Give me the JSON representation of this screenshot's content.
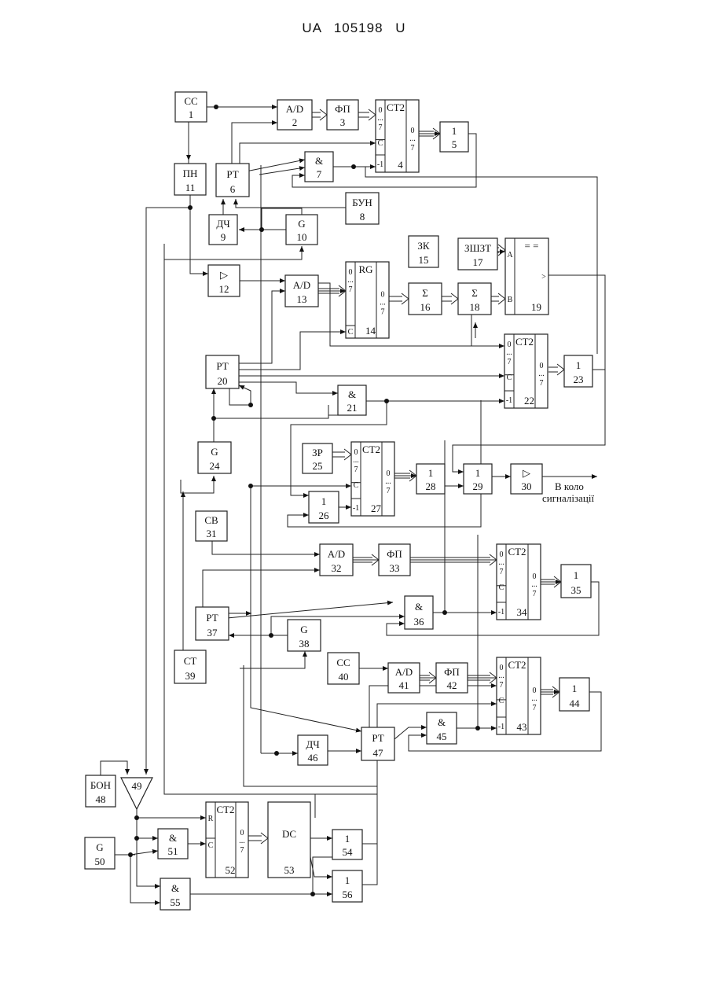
{
  "header": "UA   105198   U",
  "blocks": [
    {
      "id": "1",
      "l1": "СС",
      "l2": "1"
    },
    {
      "id": "2",
      "l1": "A/D",
      "l2": "2"
    },
    {
      "id": "3",
      "l1": "ФП",
      "l2": "3"
    },
    {
      "id": "4",
      "l1": "CT2",
      "l2": "4"
    },
    {
      "id": "5",
      "l1": "1",
      "l2": "5"
    },
    {
      "id": "6",
      "l1": "РТ",
      "l2": "6"
    },
    {
      "id": "7",
      "l1": "&",
      "l2": "7"
    },
    {
      "id": "8",
      "l1": "БУН",
      "l2": "8"
    },
    {
      "id": "9",
      "l1": "ДЧ",
      "l2": "9"
    },
    {
      "id": "10",
      "l1": "G",
      "l2": "10"
    },
    {
      "id": "11",
      "l1": "ПН",
      "l2": "11"
    },
    {
      "id": "12",
      "l1": "▷",
      "l2": "12"
    },
    {
      "id": "13",
      "l1": "A/D",
      "l2": "13"
    },
    {
      "id": "14",
      "l1": "RG",
      "l2": "14"
    },
    {
      "id": "15",
      "l1": "ЗК",
      "l2": "15"
    },
    {
      "id": "16",
      "l1": "Σ",
      "l2": "16"
    },
    {
      "id": "17",
      "l1": "ЗШЗТ",
      "l2": "17"
    },
    {
      "id": "18",
      "l1": "Σ",
      "l2": "18"
    },
    {
      "id": "19",
      "l1": "= =",
      "l2": "19"
    },
    {
      "id": "20",
      "l1": "РТ",
      "l2": "20"
    },
    {
      "id": "21",
      "l1": "&",
      "l2": "21"
    },
    {
      "id": "22",
      "l1": "CT2",
      "l2": "22"
    },
    {
      "id": "23",
      "l1": "1",
      "l2": "23"
    },
    {
      "id": "24",
      "l1": "G",
      "l2": "24"
    },
    {
      "id": "25",
      "l1": "ЗР",
      "l2": "25"
    },
    {
      "id": "26",
      "l1": "1",
      "l2": "26"
    },
    {
      "id": "27",
      "l1": "CT2",
      "l2": "27"
    },
    {
      "id": "28",
      "l1": "1",
      "l2": "28"
    },
    {
      "id": "29",
      "l1": "1",
      "l2": "29"
    },
    {
      "id": "30",
      "l1": "▷",
      "l2": "30"
    },
    {
      "id": "31",
      "l1": "СВ",
      "l2": "31"
    },
    {
      "id": "32",
      "l1": "A/D",
      "l2": "32"
    },
    {
      "id": "33",
      "l1": "ФП",
      "l2": "33"
    },
    {
      "id": "34",
      "l1": "CT2",
      "l2": "34"
    },
    {
      "id": "35",
      "l1": "1",
      "l2": "35"
    },
    {
      "id": "36",
      "l1": "&",
      "l2": "36"
    },
    {
      "id": "37",
      "l1": "РТ",
      "l2": "37"
    },
    {
      "id": "38",
      "l1": "G",
      "l2": "38"
    },
    {
      "id": "39",
      "l1": "СТ",
      "l2": "39"
    },
    {
      "id": "40",
      "l1": "СС",
      "l2": "40"
    },
    {
      "id": "41",
      "l1": "A/D",
      "l2": "41"
    },
    {
      "id": "42",
      "l1": "ФП",
      "l2": "42"
    },
    {
      "id": "43",
      "l1": "CT2",
      "l2": "43"
    },
    {
      "id": "44",
      "l1": "1",
      "l2": "44"
    },
    {
      "id": "45",
      "l1": "&",
      "l2": "45"
    },
    {
      "id": "46",
      "l1": "ДЧ",
      "l2": "46"
    },
    {
      "id": "47",
      "l1": "РТ",
      "l2": "47"
    },
    {
      "id": "48",
      "l1": "БОН",
      "l2": "48"
    },
    {
      "id": "49",
      "l1": "",
      "l2": "49"
    },
    {
      "id": "50",
      "l1": "G",
      "l2": "50"
    },
    {
      "id": "51",
      "l1": "&",
      "l2": "51"
    },
    {
      "id": "52",
      "l1": "CT2",
      "l2": "52"
    },
    {
      "id": "53",
      "l1": "DC",
      "l2": "53"
    },
    {
      "id": "54",
      "l1": "1",
      "l2": "54"
    },
    {
      "id": "55",
      "l1": "&",
      "l2": "55"
    },
    {
      "id": "56",
      "l1": "1",
      "l2": "56"
    }
  ],
  "pins": {
    "zero": "0",
    "seven": "7",
    "dots": "...",
    "c": "C",
    "minus1": "-1",
    "r": "R",
    "a": "A",
    "b": "B",
    "gt": ">"
  },
  "output_label_line1": "В коло",
  "output_label_line2": "сигналізації"
}
